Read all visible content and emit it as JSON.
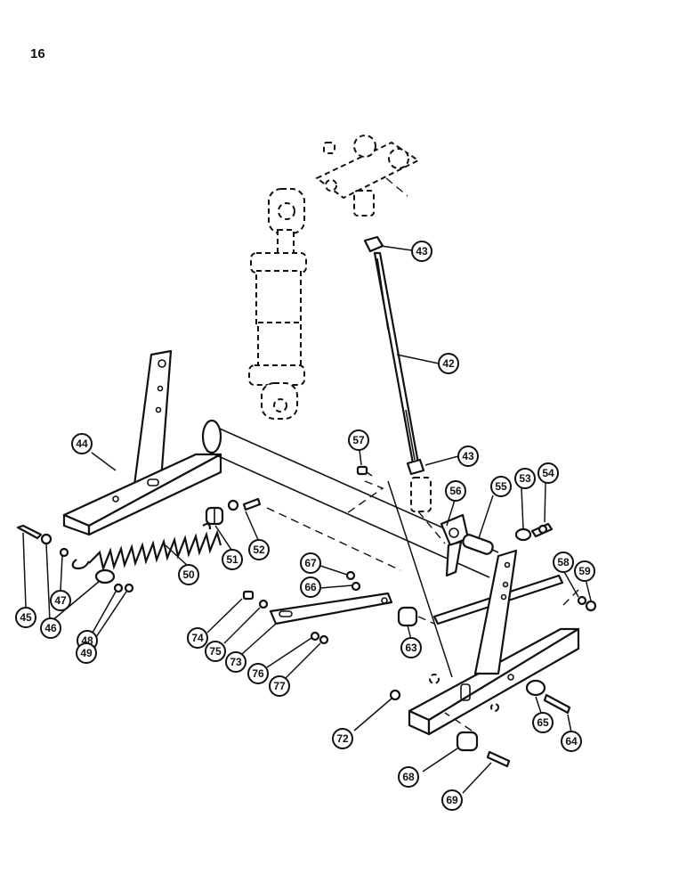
{
  "page": {
    "number": "16"
  },
  "callouts": [
    {
      "id": "c43a",
      "label": "43"
    },
    {
      "id": "c42",
      "label": "42"
    },
    {
      "id": "c43b",
      "label": "43"
    },
    {
      "id": "c44",
      "label": "44"
    },
    {
      "id": "c57",
      "label": "57"
    },
    {
      "id": "c56",
      "label": "56"
    },
    {
      "id": "c55",
      "label": "55"
    },
    {
      "id": "c53",
      "label": "53"
    },
    {
      "id": "c54",
      "label": "54"
    },
    {
      "id": "c45",
      "label": "45"
    },
    {
      "id": "c47",
      "label": "47"
    },
    {
      "id": "c46",
      "label": "46"
    },
    {
      "id": "c48",
      "label": "48"
    },
    {
      "id": "c49",
      "label": "49"
    },
    {
      "id": "c50",
      "label": "50"
    },
    {
      "id": "c51",
      "label": "51"
    },
    {
      "id": "c52",
      "label": "52"
    },
    {
      "id": "c67",
      "label": "67"
    },
    {
      "id": "c66",
      "label": "66"
    },
    {
      "id": "c58",
      "label": "58"
    },
    {
      "id": "c59",
      "label": "59"
    },
    {
      "id": "c74",
      "label": "74"
    },
    {
      "id": "c75",
      "label": "75"
    },
    {
      "id": "c73",
      "label": "73"
    },
    {
      "id": "c76",
      "label": "76"
    },
    {
      "id": "c77",
      "label": "77"
    },
    {
      "id": "c63",
      "label": "63"
    },
    {
      "id": "c72",
      "label": "72"
    },
    {
      "id": "c65",
      "label": "65"
    },
    {
      "id": "c64",
      "label": "64"
    },
    {
      "id": "c68",
      "label": "68"
    },
    {
      "id": "c69",
      "label": "69"
    }
  ]
}
